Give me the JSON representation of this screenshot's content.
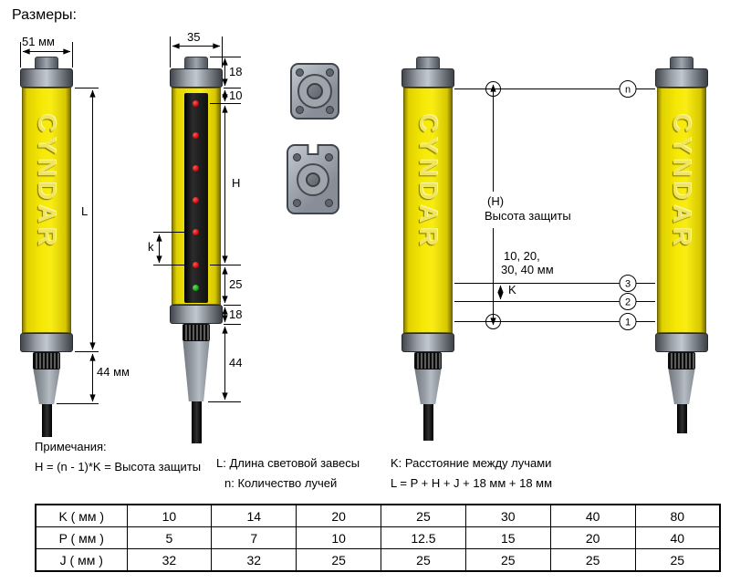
{
  "page": {
    "title": "Размеры:"
  },
  "tower": {
    "brand": "CYNDAR"
  },
  "dims": {
    "housing_width": "51 мм",
    "total_length": "L",
    "connector_length_left": "44 мм",
    "housing_width_2": "35",
    "top_cap": "18",
    "first_beam_offset": "10",
    "protection_height": "H",
    "bottom_offset": "25",
    "bottom_cap": "18",
    "connector_length": "44",
    "beam_pitch": "k"
  },
  "schematic": {
    "h_abbrev": "(H)",
    "h_caption": "Высота защиты",
    "pitch_values_1": "10, 20,",
    "pitch_values_2": "30, 40 мм",
    "pitch_label": "K",
    "beam_n": "n",
    "beam_3": "3",
    "beam_2": "2",
    "beam_1": "1"
  },
  "notes": {
    "heading": "Примечания:",
    "formula_h": "H = (n - 1)*K = Высота защиты",
    "l_def": "L: Длина световой завесы",
    "n_def": "n: Количество лучей",
    "k_def": "K: Расстояние между лучами",
    "formula_l": "L = P + H + J + 18 мм + 18 мм"
  },
  "table": {
    "rows": [
      {
        "label": "K ( мм )",
        "values": [
          "10",
          "14",
          "20",
          "25",
          "30",
          "40",
          "80"
        ]
      },
      {
        "label": "P ( мм )",
        "values": [
          "5",
          "7",
          "10",
          "12.5",
          "15",
          "20",
          "40"
        ]
      },
      {
        "label": "J ( мм )",
        "values": [
          "32",
          "32",
          "25",
          "25",
          "25",
          "25",
          "25"
        ]
      }
    ]
  }
}
